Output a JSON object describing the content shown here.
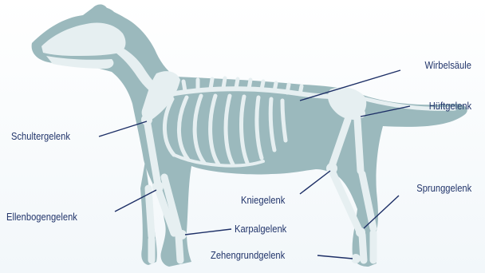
{
  "colors": {
    "body": "#9bb9bd",
    "bone": "#e6eff1",
    "label": "#22356b",
    "line": "#1d2f66",
    "background": "#ffffff"
  },
  "labels": {
    "wirbelsaeule": "Wirbelsäule",
    "hueftgelenk": "Hüftgelenk",
    "schultergelenk": "Schultergelenk",
    "sprunggelenk": "Sprunggelenk",
    "kniegelenk": "Kniegelenk",
    "ellenbogengelenk": "Ellenbogengelenk",
    "karpalgelenk": "Karpalgelenk",
    "zehengrundgelenk": "Zehengrundgelenk"
  }
}
